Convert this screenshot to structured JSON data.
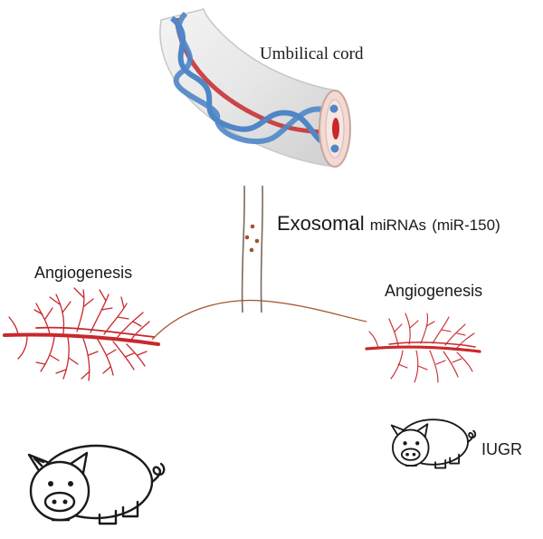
{
  "labels": {
    "umbilical_cord": "Umbilical cord",
    "exosomal": "Exosomal",
    "mirnas": "miRNAs",
    "mir150": "(miR-150)",
    "angiogenesis_left": "Angiogenesis",
    "angiogenesis_right": "Angiogenesis",
    "iugr": "IUGR"
  },
  "colors": {
    "vessel_red": "#c8282c",
    "vein_blue": "#4f86c6",
    "cord_shade": "#dcdcdc",
    "connector": "#a0522d",
    "outline": "#1a1a1a"
  },
  "icons": [
    "umbilical-cord-icon",
    "blood-vessel-icon",
    "pig-icon",
    "exosome-tube-icon"
  ]
}
